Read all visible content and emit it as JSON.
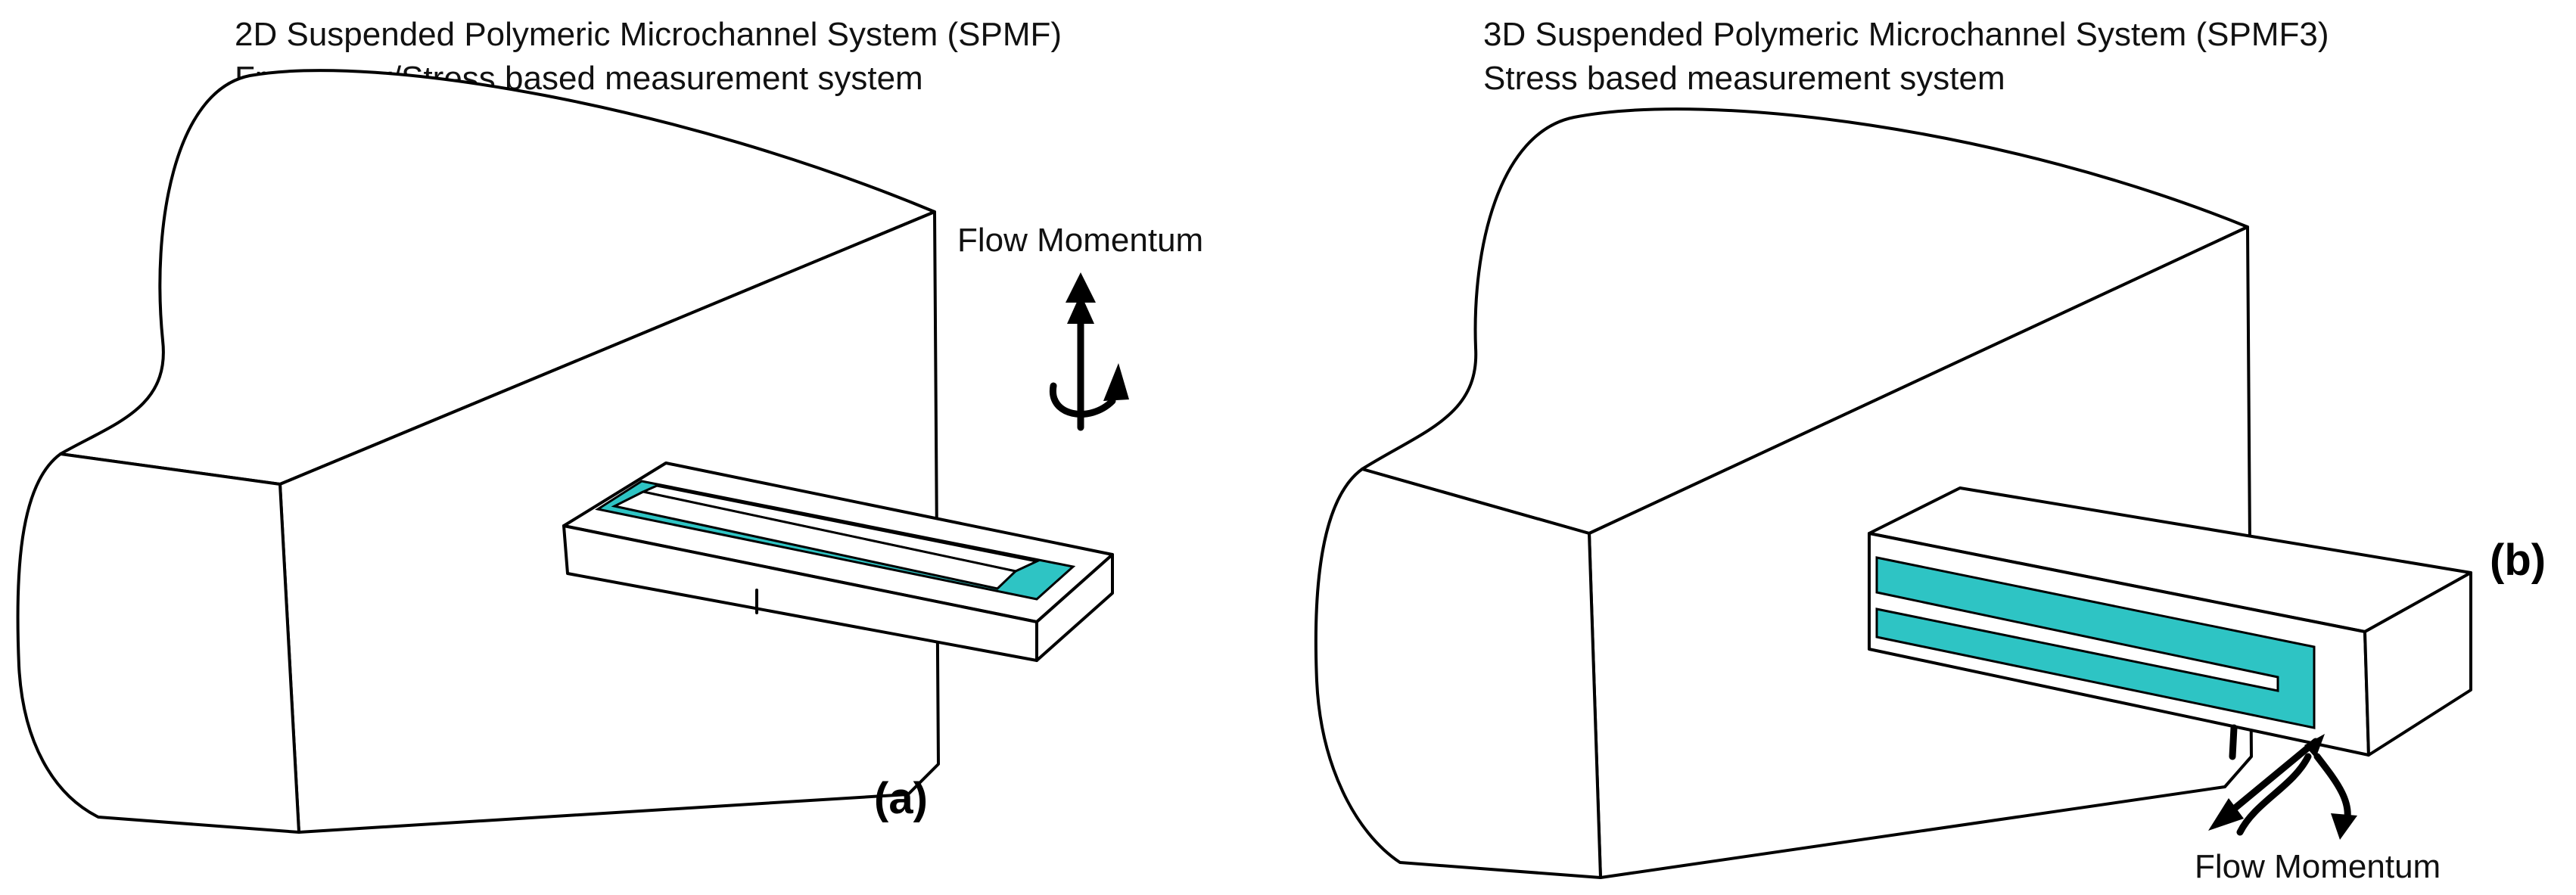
{
  "panel_a": {
    "title_line1": "2D Suspended Polymeric Microchannel System (SPMF)",
    "title_line2": "Frequency/Stress based measurement system",
    "flow_label": "Flow Momentum",
    "panel_label": "(a)"
  },
  "panel_b": {
    "title_line1": "3D Suspended Polymeric Microchannel System (SPMF3)",
    "title_line2": "Stress based measurement system",
    "flow_label": "Flow Momentum",
    "panel_label": "(b)"
  },
  "colors": {
    "channel": "#2ec4c4",
    "outline": "#000000"
  }
}
